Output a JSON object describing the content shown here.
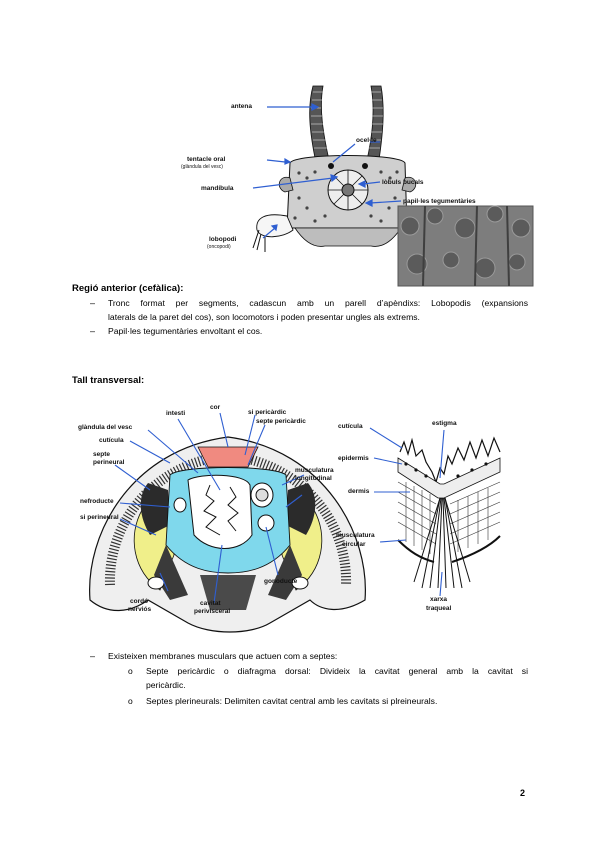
{
  "figure1": {
    "labels": {
      "antena": "antena",
      "ocel": "ocel·le",
      "tentacle": "tentacle oral",
      "tentacle_sub": "(glàndula del vesc)",
      "mandibula": "mandíbula",
      "lobuls": "lòbuls bucals",
      "papil": "papil·les tegumentàries",
      "lobopodi": "lobopodi",
      "lobopodi_sub": "(oncopodi)"
    }
  },
  "section1": {
    "heading": "Regió anterior (cefàlica):",
    "bullets": [
      "Tronc format per segments, cadascun amb un parell d’apèndixs: Lobopodis (expansions",
      "laterals de la paret del cos), son locomotors i poden presentar ungles als extrems.",
      "Papil·les tegumentàries envoltant el cos."
    ],
    "dash": "–"
  },
  "section2": {
    "heading": "Tall transversal:"
  },
  "figure2": {
    "labels": {
      "intesti": "intesti",
      "cor": "cor",
      "si_pericardic": "si pericàrdic",
      "septe_pericardic": "septe pericàrdic",
      "glandula": "glàndula del vesc",
      "cuticula": "cutícula",
      "septe_perineural_1": "septe",
      "septe_perineural_2": "perineural",
      "musculatura_long_1": "musculatura",
      "musculatura_long_2": "longitudinal",
      "nefroducte": "nefroducte",
      "si_perineural": "si perineural",
      "cordo_1": "cordó",
      "cordo_2": "nerviós",
      "cavitat_1": "cavitat",
      "cavitat_2": "perivisceral",
      "gonoducte": "gonoducte"
    },
    "colors": {
      "heart": "#f08a80",
      "cavity": "#7fd8ec",
      "yellow": "#f0ef8a"
    }
  },
  "figure3": {
    "labels": {
      "cuticula": "cutícula",
      "estigma": "estigma",
      "epidermis": "epidermis",
      "dermis": "dermis",
      "musculatura_1": "musculatura",
      "musculatura_2": "circular",
      "xarxa_1": "xarxa",
      "xarxa_2": "traqueal"
    }
  },
  "section3": {
    "dash": "–",
    "intro": "Existeixen membranes musculars que actuen com a septes:",
    "bullet_char": "o",
    "items": [
      "Septe pericàrdic o diafragma dorsal: Divideix la cavitat general amb la cavitat si",
      "pericàrdic.",
      "Septes plerineurals: Delimiten cavitat central amb les cavitats si plreineurals."
    ]
  },
  "page_number": "2"
}
